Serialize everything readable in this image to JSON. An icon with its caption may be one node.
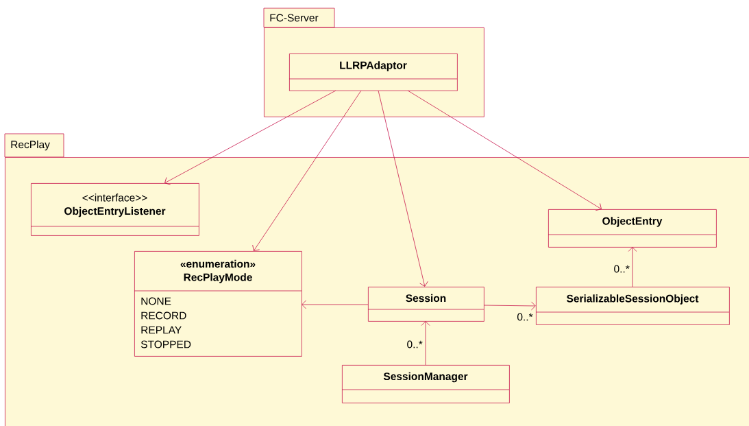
{
  "diagram": {
    "nodes": [
      {
        "text": [
          "FC-Server"
        ]
      },
      {
        "text": [
          "LLRPAdaptor"
        ],
        "in": 0
      },
      {
        "text": [
          "RecPlay"
        ]
      },
      {
        "text": [
          "<<interface>>",
          "ObjectEntryListener"
        ],
        "in": 2
      },
      {
        "text": [
          "ObjectEntry"
        ],
        "in": 2
      },
      {
        "text": [
          "«enumeration»",
          "RecPlayMode",
          "NONE",
          "RECORD",
          "REPLAY",
          "STOPPED"
        ],
        "in": 2
      },
      {
        "text": [
          "Session"
        ],
        "in": 2
      },
      {
        "text": [
          "SerializableSessionObject"
        ],
        "in": 2
      },
      {
        "text": [
          "SessionManager"
        ],
        "in": 2
      }
    ],
    "edges": [
      {
        "from": 1,
        "to": 3,
        "arrow": "to"
      },
      {
        "from": 1,
        "to": 5,
        "arrow": "to"
      },
      {
        "from": 1,
        "to": 6,
        "arrow": "to"
      },
      {
        "from": 1,
        "to": 4,
        "arrow": "to"
      },
      {
        "from": 6,
        "to": 5,
        "arrow": "to"
      },
      {
        "from": 6,
        "to": 7,
        "arrow": "to",
        "label": "0..*"
      },
      {
        "from": 7,
        "to": 4,
        "arrow": "to",
        "label": "0..*"
      },
      {
        "from": 8,
        "to": 6,
        "arrow": "to",
        "label": "0..*"
      }
    ]
  }
}
